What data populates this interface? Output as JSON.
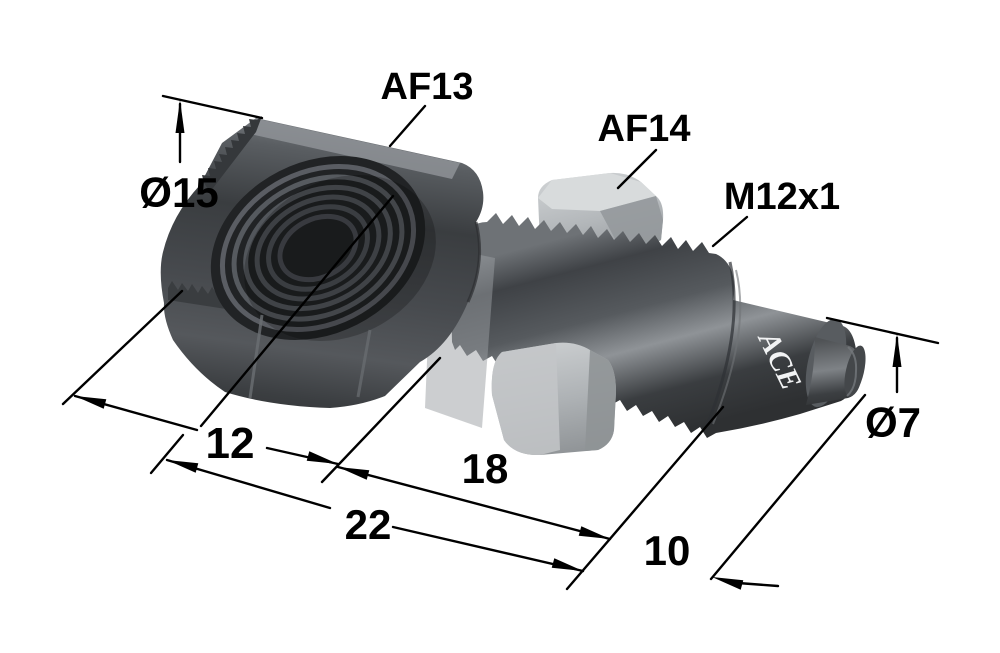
{
  "drawing": {
    "kind": "isometric technical illustration of a miniature shock absorber",
    "background_color": "#ffffff",
    "annotation_color": "#000000",
    "body_color": "#3f4246",
    "body_highlight_color": "#8f9397",
    "nut_color": "#b9bdc0",
    "nut_top_color": "#d8dbdc",
    "rod_marking": "ACE",
    "callouts": {
      "wrench_flat_body": "AF13",
      "wrench_flat_nut": "AF14",
      "thread_spec": "M12x1"
    },
    "diameters": {
      "body": "Ø15",
      "rod": "Ø7"
    },
    "lengths": {
      "rear_cap": "12",
      "thread": "18",
      "body": "22",
      "rod": "10"
    }
  }
}
